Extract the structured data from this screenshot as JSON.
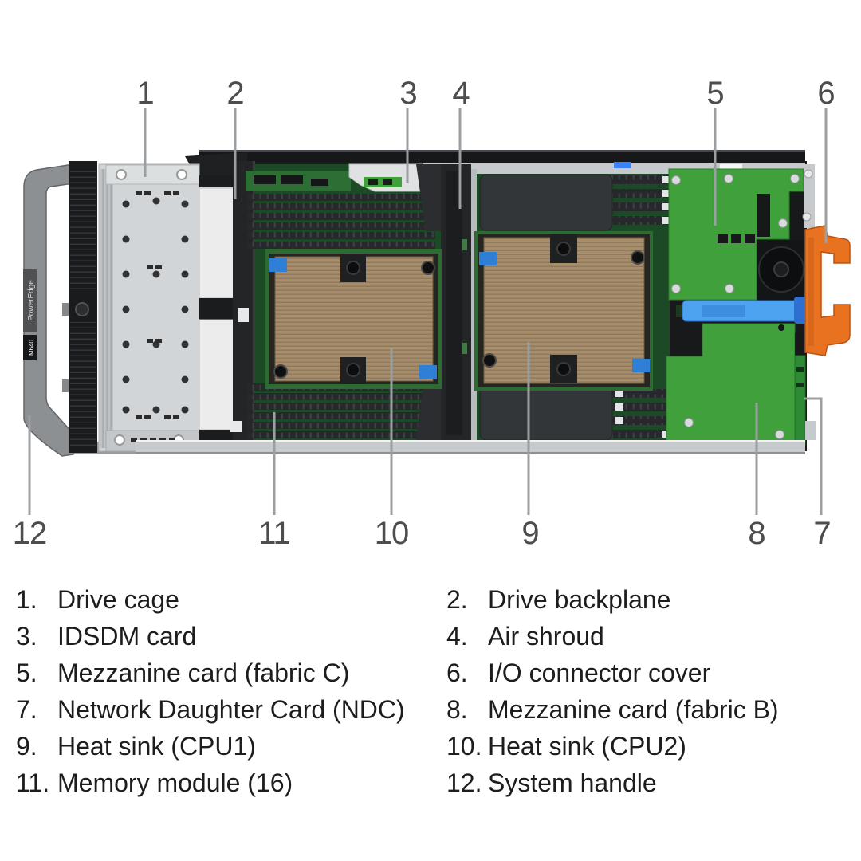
{
  "figure": {
    "brand_label": "PowerEdge",
    "model_label": "M640",
    "callouts": [
      {
        "num": "1",
        "label": "Drive cage"
      },
      {
        "num": "2",
        "label": "Drive backplane"
      },
      {
        "num": "3",
        "label": "IDSDM card"
      },
      {
        "num": "4",
        "label": "Air shroud"
      },
      {
        "num": "5",
        "label": "Mezzanine card (fabric C)"
      },
      {
        "num": "6",
        "label": "I/O connector cover"
      },
      {
        "num": "7",
        "label": "Network Daughter Card (NDC)"
      },
      {
        "num": "8",
        "label": "Mezzanine card (fabric B)"
      },
      {
        "num": "9",
        "label": "Heat sink (CPU1)"
      },
      {
        "num": "10",
        "label": "Heat sink (CPU2)"
      },
      {
        "num": "11",
        "label": "Memory module (16)"
      },
      {
        "num": "12",
        "label": "System handle"
      }
    ]
  },
  "legend": {
    "items": [
      {
        "num": "1.",
        "label": "Drive cage"
      },
      {
        "num": "2.",
        "label": "Drive backplane"
      },
      {
        "num": "3.",
        "label": "IDSDM card"
      },
      {
        "num": "4.",
        "label": "Air shroud"
      },
      {
        "num": "5.",
        "label": "Mezzanine card (fabric C)"
      },
      {
        "num": "6.",
        "label": "I/O connector cover"
      },
      {
        "num": "7.",
        "label": "Network Daughter Card (NDC)"
      },
      {
        "num": "8.",
        "label": "Mezzanine card (fabric B)"
      },
      {
        "num": "9.",
        "label": "Heat sink (CPU1)"
      },
      {
        "num": "10.",
        "label": "Heat sink (CPU2)"
      },
      {
        "num": "11.",
        "label": "Memory module (16)"
      },
      {
        "num": "12.",
        "label": "System handle"
      }
    ]
  },
  "colors": {
    "background": "#ffffff",
    "callout_line": "#9b9fa2",
    "callout_text": "#4d4d4d",
    "legend_text": "#1d1d1f",
    "chassis_black": "#1a1b1d",
    "cage_silver": "#d2d5d7",
    "handle_gray": "#8d9092",
    "board_green": "#1d4a26",
    "card_green": "#3fa03c",
    "heatsink_tan": "#a68e6d",
    "latch_blue": "#4da3f0",
    "io_cover_orange": "#e8721f",
    "floor_silver": "#c7cacc"
  }
}
